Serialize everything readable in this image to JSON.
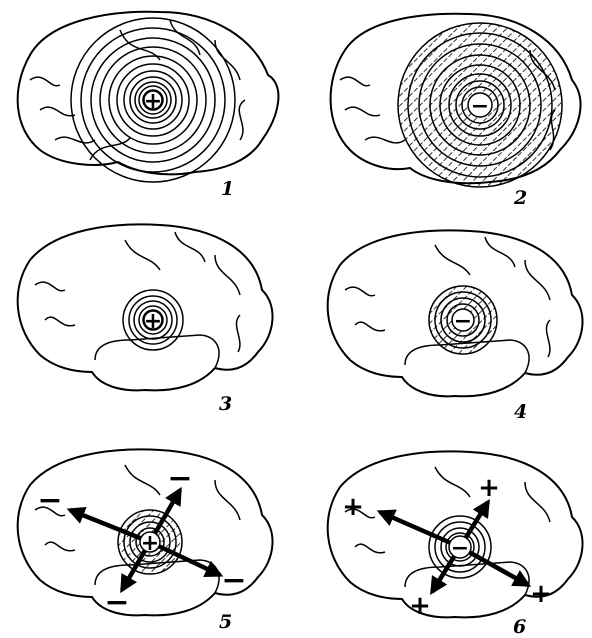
{
  "panels": [
    {
      "label": "1",
      "charge": "+"
    },
    {
      "label": "2",
      "charge": "−"
    },
    {
      "label": "3",
      "charge": "+"
    },
    {
      "label": "4",
      "charge": "−"
    },
    {
      "label": "5",
      "charge": "+",
      "spread": [
        "−",
        "−",
        "−",
        "−"
      ]
    },
    {
      "label": "6",
      "charge": "−",
      "spread": [
        "+",
        "+",
        "+",
        "+"
      ]
    }
  ]
}
